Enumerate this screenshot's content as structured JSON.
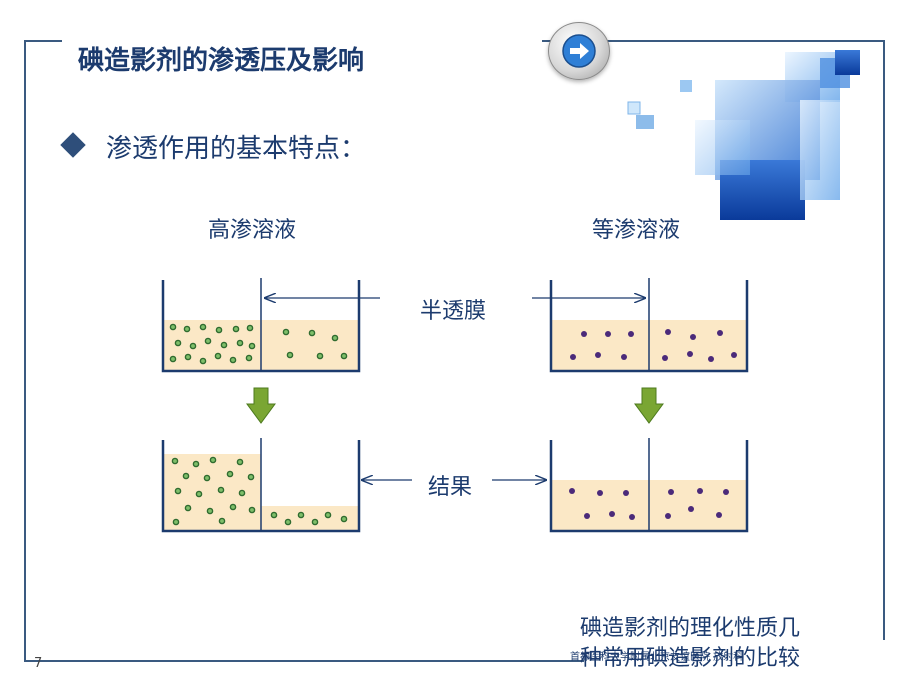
{
  "slide": {
    "title": "碘造影剂的渗透压及影响",
    "subtitle": "渗透作用的基本特点：",
    "page_number": "7",
    "footer_line1": "碘造影剂的理化性质几",
    "footer_line2": "种常用碘造影剂的比较",
    "footer_small": "首都医科大学附属北京友谊医院 放射科"
  },
  "diagram": {
    "left_heading": "高渗溶液",
    "right_heading": "等渗溶液",
    "membrane_label": "半透膜",
    "result_label": "结果"
  },
  "colors": {
    "accent": "#1c3b6e",
    "solution": "#fbe8c6",
    "arrow_green": "#7aa633",
    "dot_green": "#4a8a4a",
    "dot_purple": "#4b2a7a"
  }
}
